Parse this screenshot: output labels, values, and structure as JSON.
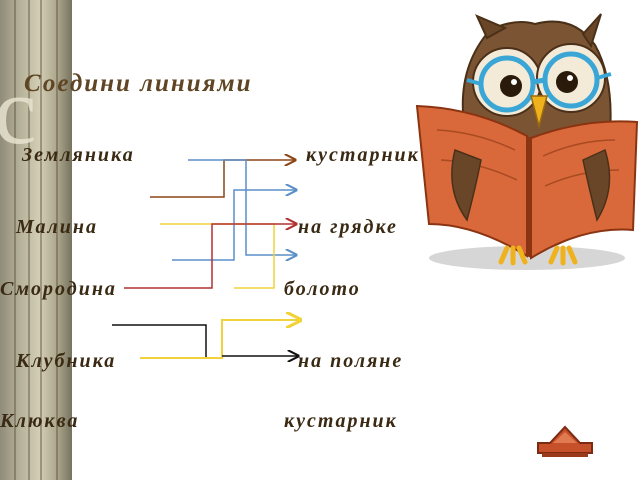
{
  "slide": {
    "title": "Соедини  линиями",
    "left_words": [
      "Земляника",
      "Малина",
      "Смородина",
      "Клубника",
      "Клюква"
    ],
    "right_words": [
      "кустарник",
      "на  грядке",
      "болото",
      "на  поляне",
      "кустарник"
    ]
  },
  "colors": {
    "title": "#5f4524",
    "text": "#3a2a14",
    "line_brown": "#8b4513",
    "line_blue": "#5b8fc7",
    "line_yellow": "#f2d23a",
    "line_red": "#b23030",
    "line_black": "#111111",
    "owl_body": "#7b5433",
    "book": "#d9693a",
    "button": "#c5502a"
  },
  "icons": {
    "owl": "owl-reading-book-icon",
    "next": "next-arrow-icon"
  }
}
